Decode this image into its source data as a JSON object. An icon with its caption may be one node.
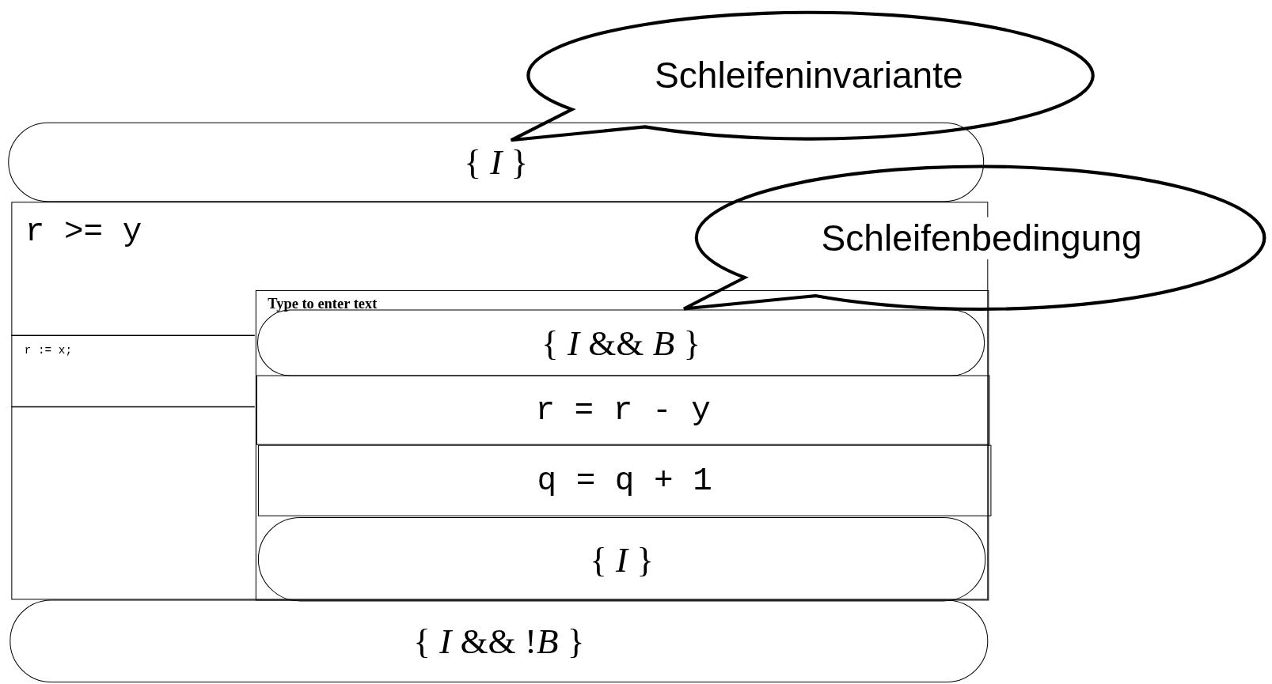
{
  "diagram": {
    "nodes": [
      {
        "text": [
          "Schleifeninvariante"
        ]
      },
      {
        "text": [
          "{ *I* }"
        ]
      },
      {
        "text": [
          "r >= y"
        ]
      },
      {
        "text": [
          "Schleifenbedingung"
        ]
      },
      {
        "text": [
          "Type to enter text"
        ],
        "in": 2
      },
      {
        "text": [
          "{ *I* && *B* }"
        ],
        "in": 4
      },
      {
        "text": [
          "r = r - y"
        ],
        "in": 4
      },
      {
        "text": [
          "q = q + 1"
        ],
        "in": 4
      },
      {
        "text": [
          "{ *I* }"
        ],
        "in": 4
      },
      {
        "text": [
          "{ *I* && !*B* }"
        ]
      }
    ],
    "labels": [
      "r := x;"
    ]
  }
}
